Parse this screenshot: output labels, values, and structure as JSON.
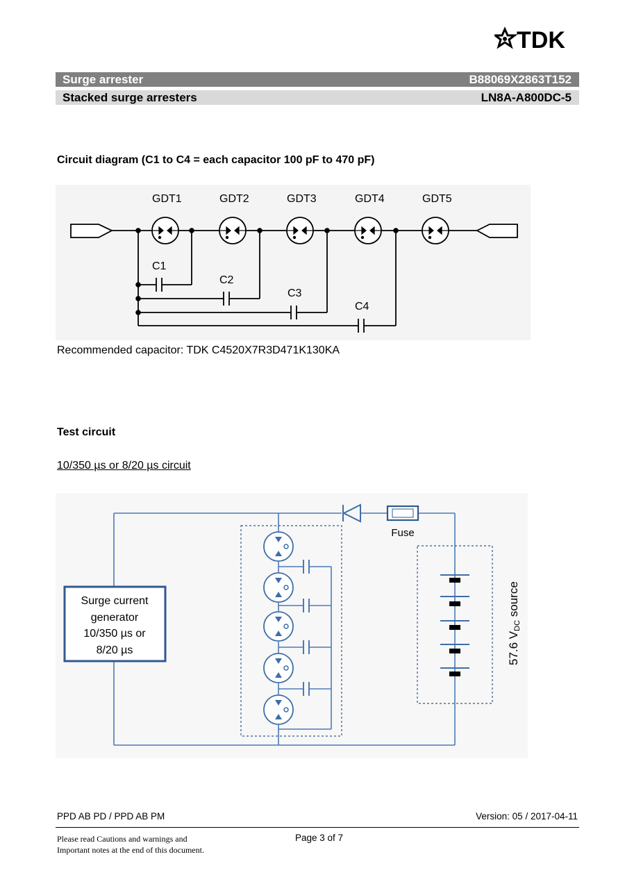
{
  "brand": {
    "logo_text": "TDK"
  },
  "header": {
    "product_type": "Surge arrester",
    "order_code": "B88069X2863T152",
    "product_title": "Stacked surge arresters",
    "product_code": "LN8A-A800DC-5"
  },
  "circuit_section": {
    "heading": "Circuit diagram (C1 to C4 = each capacitor 100 pF to 470 pF)",
    "gdt_labels": [
      "GDT1",
      "GDT2",
      "GDT3",
      "GDT4",
      "GDT5"
    ],
    "cap_labels": [
      "C1",
      "C2",
      "C3",
      "C4"
    ],
    "recommended": "Recommended capacitor: TDK C4520X7R3D471K130KA"
  },
  "test_section": {
    "heading": "Test circuit",
    "subheading": "10/350 µs or 8/20 µs circuit",
    "generator_lines": [
      "Surge current",
      "generator",
      "10/350 µs or",
      "8/20 µs"
    ],
    "fuse_label": "Fuse",
    "source_voltage": "57.6 V",
    "source_sub": "DC",
    "source_suffix": " source",
    "line_color": "#4a7ab5",
    "box_color": "#2f5a8f"
  },
  "footer": {
    "left": "PPD AB PD / PPD AB PM",
    "right": "Version: 05 / 2017-04-11",
    "note_line1": "Please read Cautions and warnings and",
    "note_line2": "Important notes at the end of this document.",
    "page": "Page 3 of 7"
  }
}
